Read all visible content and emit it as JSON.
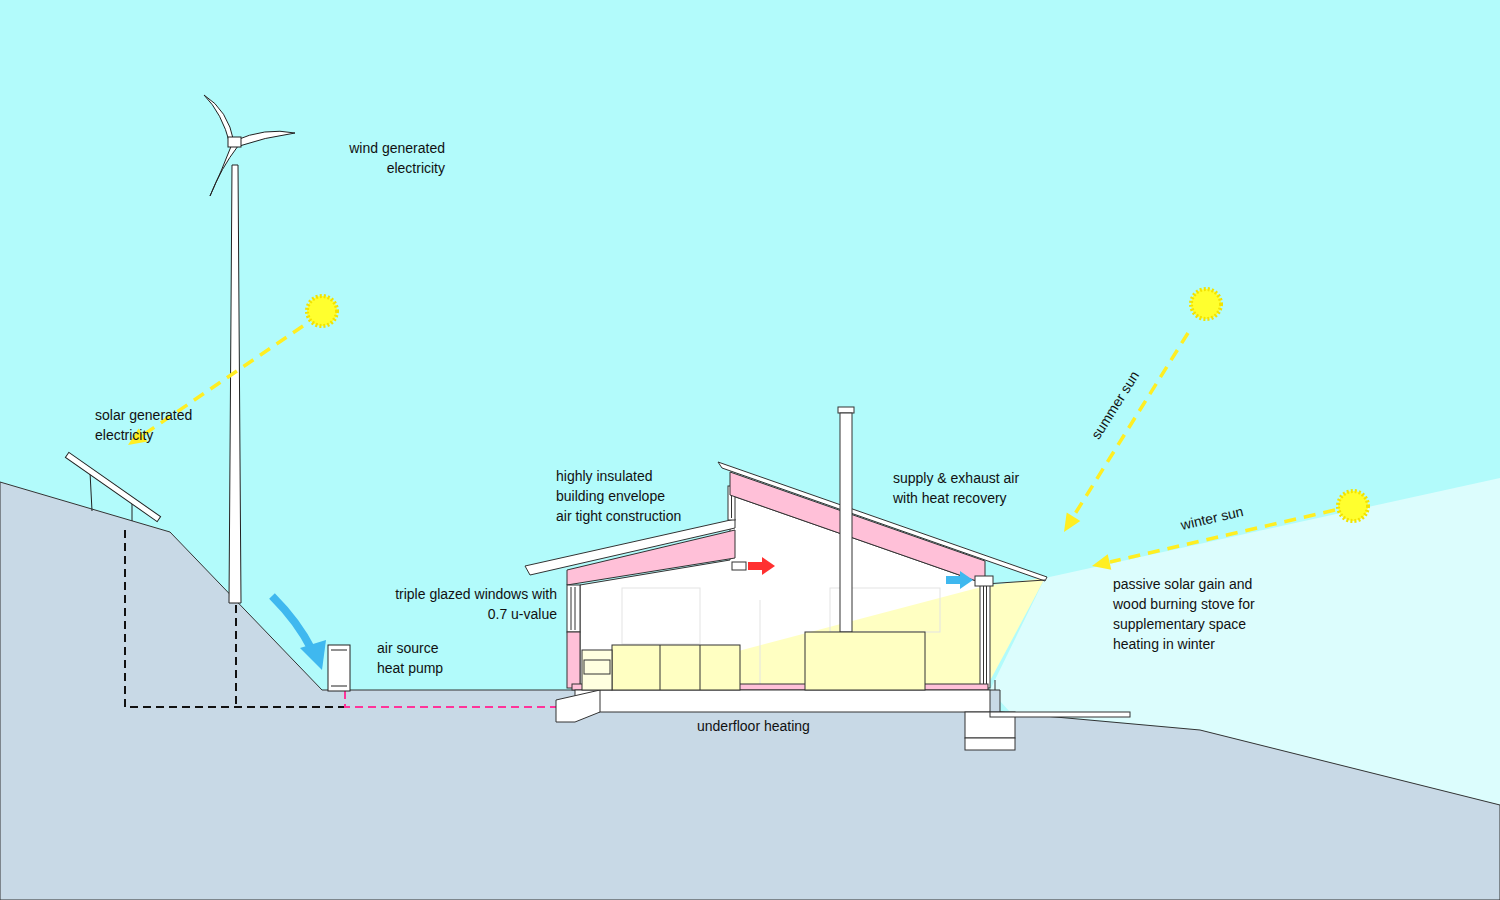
{
  "diagram": {
    "labels": [
      "wind generated electricity",
      "solar generated electricity",
      "highly insulated building envelope air tight construction",
      "supply & exhaust air with heat recovery",
      "summer sun",
      "winter sun",
      "triple glazed windows with 0.7 u-value",
      "air source heat pump",
      "passive solar gain and wood burning stove for supplementary space heating in winter",
      "underfloor heating"
    ]
  }
}
